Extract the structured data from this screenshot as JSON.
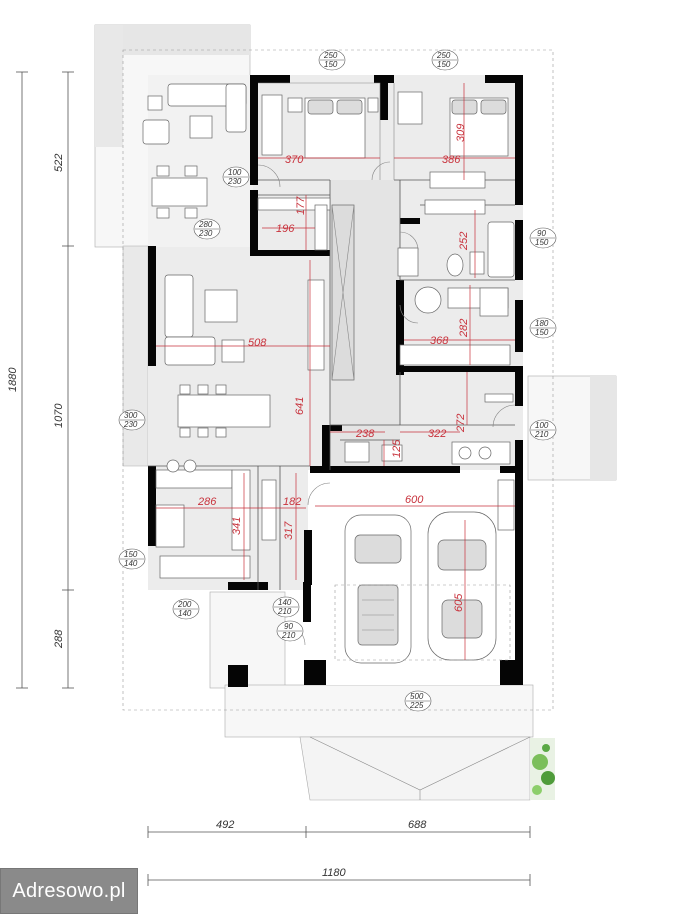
{
  "plan": {
    "room_dimensions": {
      "bedroom_1_width": "370",
      "bedroom_2_width": "386",
      "bedroom_2_depth": "309",
      "closet_width": "196",
      "closet_depth": "177",
      "bathroom_depth": "252",
      "living_width": "508",
      "laundry_width": "368",
      "laundry_depth": "282",
      "hall_depth": "641",
      "wc_width": "238",
      "wc_depth": "125",
      "utility_width": "322",
      "utility_depth": "272",
      "garage_width": "600",
      "garage_depth": "605",
      "kitchen_width": "286",
      "kitchen_depth": "341",
      "pantry_width": "182",
      "pantry_depth": "317"
    },
    "overall_dimensions": {
      "left_top": "522",
      "left_middle": "1070",
      "left_bottom": "288",
      "left_total": "1880",
      "bottom_left": "492",
      "bottom_right": "688",
      "bottom_total": "1180"
    },
    "openings": [
      {
        "top": "250",
        "bottom": "150"
      },
      {
        "top": "250",
        "bottom": "150"
      },
      {
        "top": "100",
        "bottom": "230"
      },
      {
        "top": "280",
        "bottom": "230"
      },
      {
        "top": "90",
        "bottom": "150"
      },
      {
        "top": "180",
        "bottom": "150"
      },
      {
        "top": "300",
        "bottom": "230"
      },
      {
        "top": "100",
        "bottom": "210"
      },
      {
        "top": "150",
        "bottom": "140"
      },
      {
        "top": "200",
        "bottom": "140"
      },
      {
        "top": "140",
        "bottom": "210"
      },
      {
        "top": "90",
        "bottom": "210"
      },
      {
        "top": "500",
        "bottom": "225"
      }
    ]
  },
  "watermark": {
    "text": "Adresowo.pl"
  }
}
